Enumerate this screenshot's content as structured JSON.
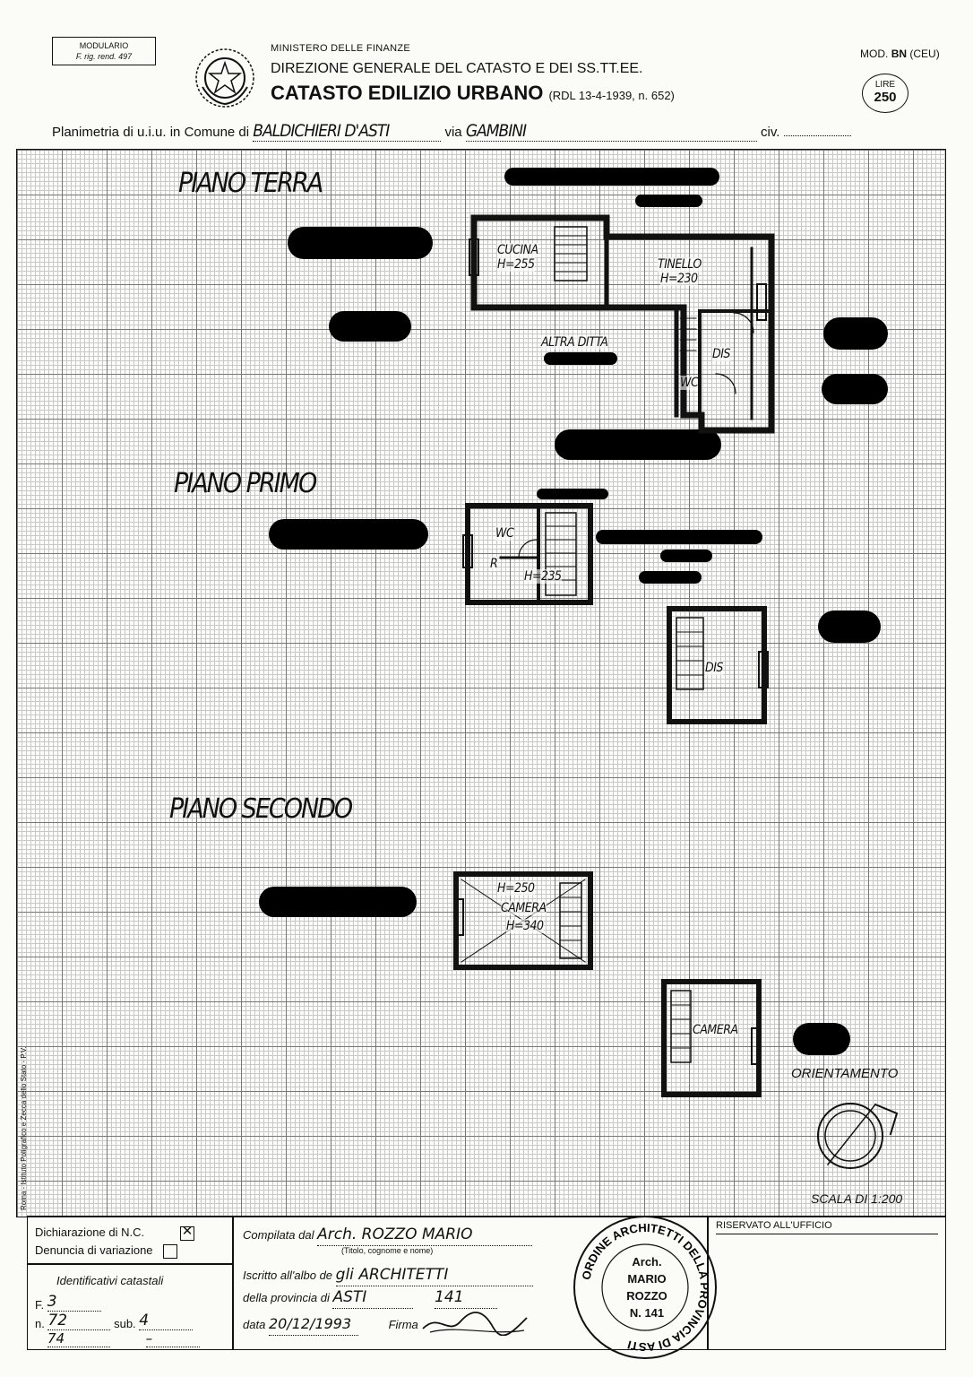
{
  "header": {
    "modulario_title": "MODULARIO",
    "modulario_sub": "F. rig. rend. 497",
    "ministero": "MINISTERO DELLE FINANZE",
    "direzione": "DIREZIONE GENERALE DEL CATASTO E DEI SS.TT.EE.",
    "catasto": "CATASTO EDILIZIO URBANO",
    "rdl": "(RDL 13-4-1939, n. 652)",
    "mod_prefix": "MOD.",
    "mod_code": "BN",
    "mod_suffix": "(CEU)",
    "lire_word": "LIRE",
    "lire_value": "250"
  },
  "plan_line": {
    "prefix": "Planimetria di u.i.u. in Comune di",
    "comune": "BALDICHIERI D'ASTI",
    "via_label": "via",
    "via": "GAMBINI",
    "civ_label": "civ."
  },
  "drawing": {
    "floor_terra": "PIANO  TERRA",
    "floor_primo": "PIANO  PRIMO",
    "floor_secondo": "PIANO  SECONDO",
    "rooms": {
      "cucina": "CUCINA",
      "cucina_h": "H=255",
      "tinello": "TINELLO",
      "tinello_h": "H=230",
      "altra_ditta": "ALTRA DITTA",
      "dis1": "DIS",
      "wc1": "WC",
      "wc2": "WC",
      "r": "R",
      "h235": "H=235",
      "dis2": "DIS",
      "h250": "H=250",
      "camera1": "CAMERA",
      "h340": "H=340",
      "camera2": "CAMERA"
    },
    "orientamento": "ORIENTAMENTO",
    "scala": "SCALA DI 1:200"
  },
  "footer": {
    "dichiarazione": "Dichiarazione di N.C.",
    "dichiarazione_checked": true,
    "denuncia": "Denuncia di variazione",
    "denuncia_checked": false,
    "identificativi_title": "Identificativi catastali",
    "f_label": "F.",
    "f_value": "3",
    "n_label": "n.",
    "n_value": "72",
    "n_value2": "74",
    "sub_label": "sub.",
    "sub_value": "4",
    "sub_value2": "–",
    "compilata_label": "Compilata dal",
    "compilata_value": "Arch. ROZZO MARIO",
    "compilata_hint": "(Titolo, cognome e nome)",
    "iscritto_label": "Iscritto all'albo de",
    "iscritto_value": "gli ARCHITETTI",
    "provincia_label": "della provincia di",
    "provincia_value": "ASTI",
    "numero_value": "141",
    "data_label": "data",
    "data_value": "20/12/1993",
    "firma_label": "Firma",
    "riservato": "RISERVATO ALL'UFFICIO",
    "stamp_ring": "ORDINE ARCHITETTI DELLA PROVINCIA DI ASTI",
    "stamp_arch": "Arch.",
    "stamp_name1": "MARIO",
    "stamp_name2": "ROZZO",
    "stamp_num": "N. 141"
  },
  "side_text": "Roma - Istituto Poligrafico e Zecca dello Stato - P.V."
}
